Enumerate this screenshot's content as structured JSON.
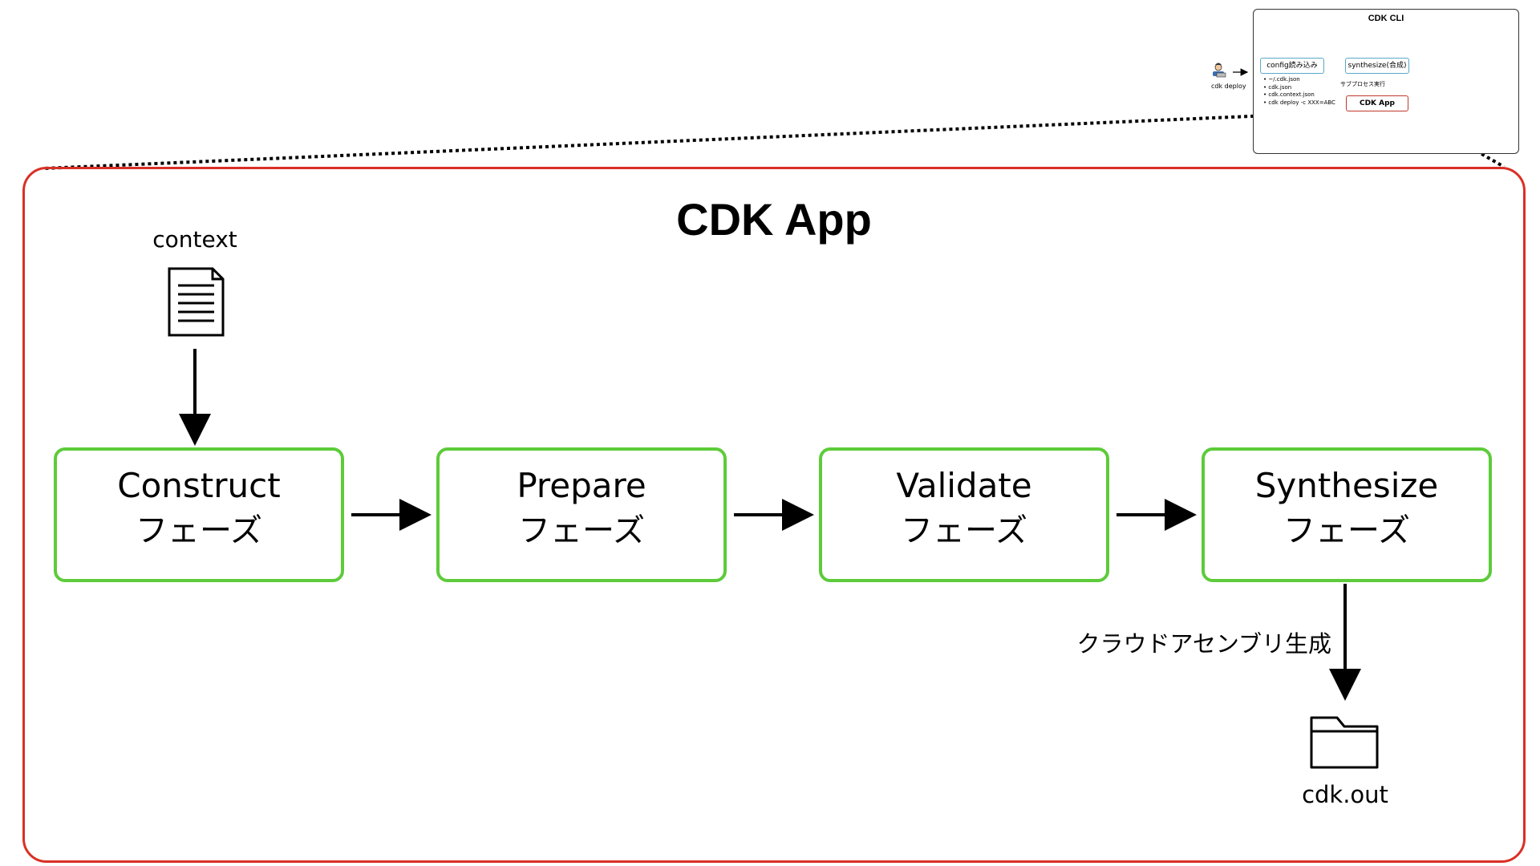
{
  "mini": {
    "title": "CDK CLI",
    "user_label": "cdk deploy",
    "config_box": "config読み込み",
    "synth_box": "synthesize(合成)",
    "subprocess_label": "サブプロセス実行",
    "app_box": "CDK App",
    "config_files": [
      "~/.cdk.json",
      "cdk.json",
      "cdk.context.json",
      "cdk deploy -c XXX=ABC"
    ]
  },
  "app": {
    "title": "CDK App",
    "context_label": "context",
    "phases": [
      {
        "name": "Construct",
        "sub": "フェーズ"
      },
      {
        "name": "Prepare",
        "sub": "フェーズ"
      },
      {
        "name": "Validate",
        "sub": "フェーズ"
      },
      {
        "name": "Synthesize",
        "sub": "フェーズ"
      }
    ],
    "synth_output_label": "クラウドアセンブリ生成",
    "output_label": "cdk.out"
  },
  "colors": {
    "app_border": "#d93025",
    "phase_border": "#5dcb3a",
    "mini_blue": "#5aa9c9",
    "mini_red": "#c0392b"
  }
}
